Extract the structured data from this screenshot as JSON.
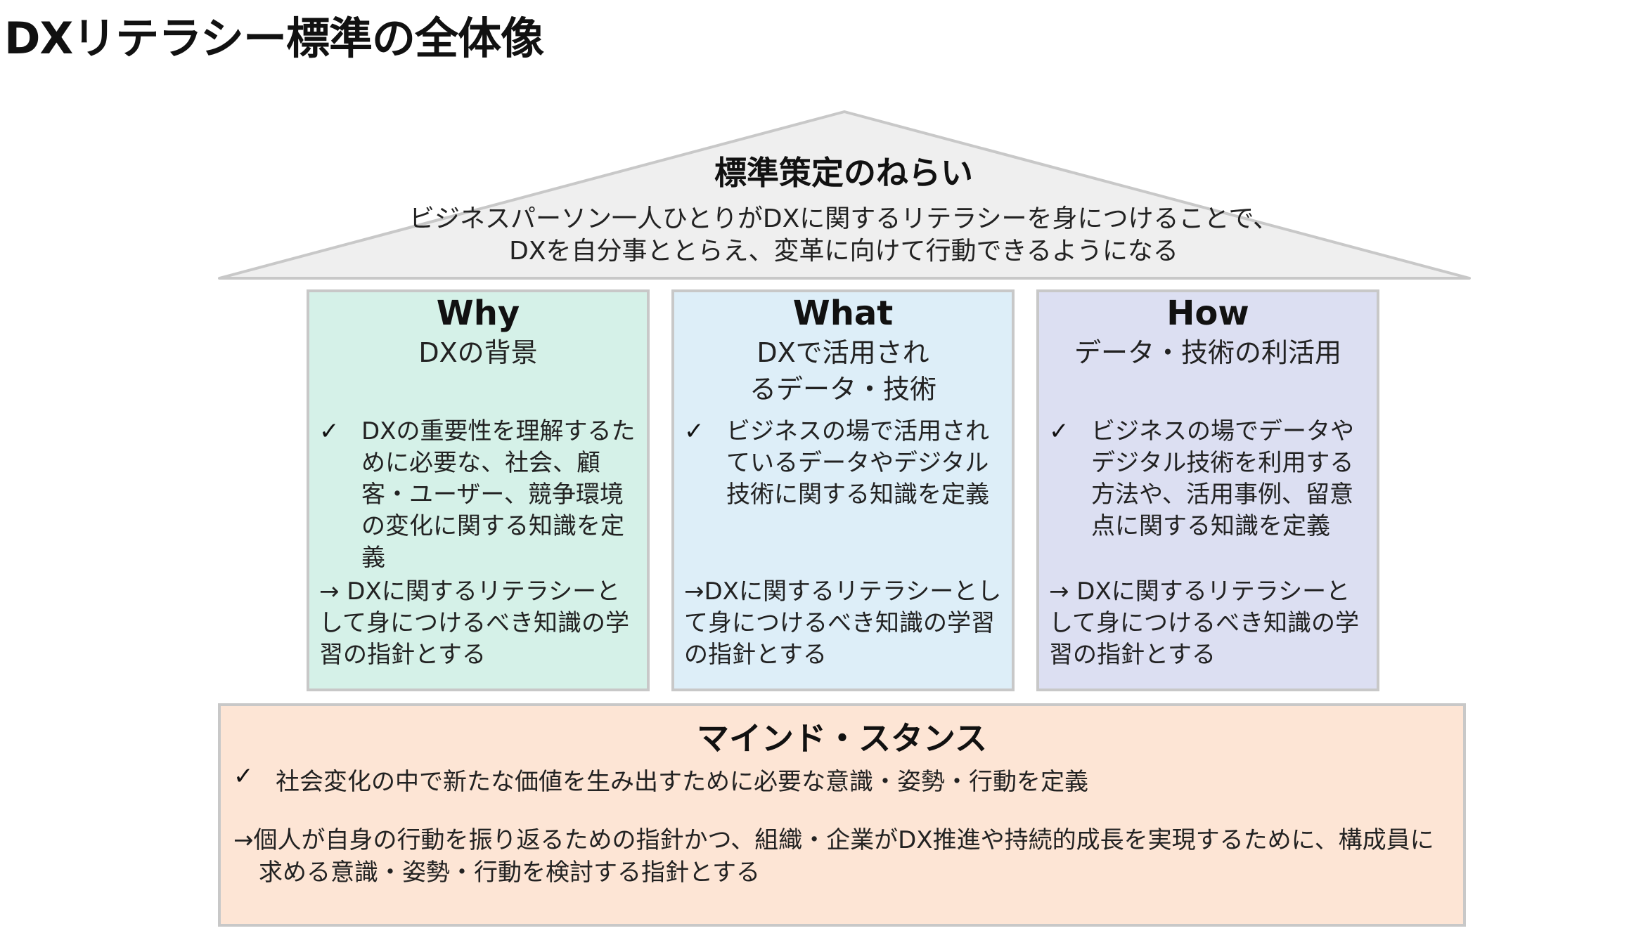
{
  "page_title": "DXリテラシー標準の全体像",
  "roof": {
    "title": "標準策定のねらい",
    "line1": "ビジネスパーソン一人ひとりがDXに関するリテラシーを身につけることで、",
    "line2": "DXを自分事ととらえ、変革に向けて行動できるようになる",
    "fill_color": "#efefef",
    "stroke_color": "#c8c8c8"
  },
  "pillars": [
    {
      "heading": "Why",
      "subtitle": "DXの背景",
      "check": "✓",
      "bullet": "DXの重要性を理解するために必要な、社会、顧客・ユーザー、競争環境の変化に関する知識を定義",
      "arrow_text": "→ DXに関するリテラシーとして身につけるべき知識の学習の指針とする",
      "color": "#d5f1e8"
    },
    {
      "heading": "What",
      "subtitle": "DXで活用されるデータ・技術",
      "check": "✓",
      "bullet": "ビジネスの場で活用されているデータやデジタル技術に関する知識を定義",
      "arrow_text": "→DXに関するリテラシーとして身につけるべき知識の学習の指針とする",
      "color": "#ddeef8"
    },
    {
      "heading": "How",
      "subtitle": "データ・技術の利活用",
      "check": "✓",
      "bullet": "ビジネスの場でデータやデジタル技術を利用する方法や、活用事例、留意点に関する知識を定義",
      "arrow_text": "→ DXに関するリテラシーとして身につけるべき知識の学習の指針とする",
      "color": "#dcdff2"
    }
  ],
  "mind": {
    "title": "マインド・スタンス",
    "check": "✓",
    "bullet": "社会変化の中で新たな価値を生み出すために必要な意識・姿勢・行動を定義",
    "arrow_text": "→個人が自身の行動を振り返るための指針かつ、組織・企業がDX推進や持続的成長を実現するために、構成員に求める意識・姿勢・行動を検討する指針とする",
    "color": "#fde5d5"
  }
}
